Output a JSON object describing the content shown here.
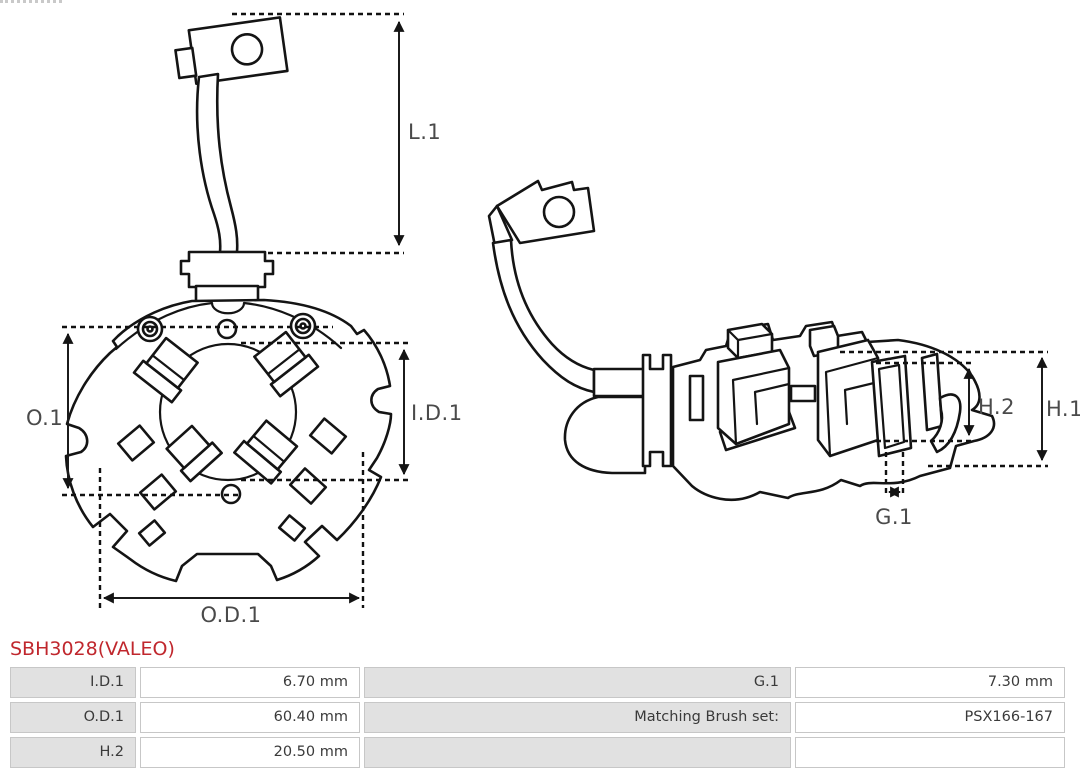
{
  "title": {
    "text": "SBH3028(VALEO)"
  },
  "diagram": {
    "description": "Starter motor brush holder technical line drawing, two views with dimension callouts",
    "labels": {
      "l1": "L.1",
      "o1": "O.1",
      "id1": "I.D.1",
      "od1": "O.D.1",
      "h2": "H.2",
      "h1": "H.1",
      "g1": "G.1"
    }
  },
  "spec_table": {
    "rows": [
      {
        "c1": "I.D.1",
        "c2": "6.70 mm",
        "c3": "G.1",
        "c4": "7.30 mm"
      },
      {
        "c1": "O.D.1",
        "c2": "60.40 mm",
        "c3": "Matching Brush set:",
        "c4": "PSX166-167"
      },
      {
        "c1": "H.2",
        "c2": "20.50 mm",
        "c3": "",
        "c4": ""
      }
    ]
  },
  "colors": {
    "accent_red": "#c0272d",
    "line": "#141414",
    "dim_text": "#4a4a4a",
    "table_label_bg": "#e1e1e1",
    "table_border": "#c7c7c7",
    "background": "#ffffff"
  }
}
